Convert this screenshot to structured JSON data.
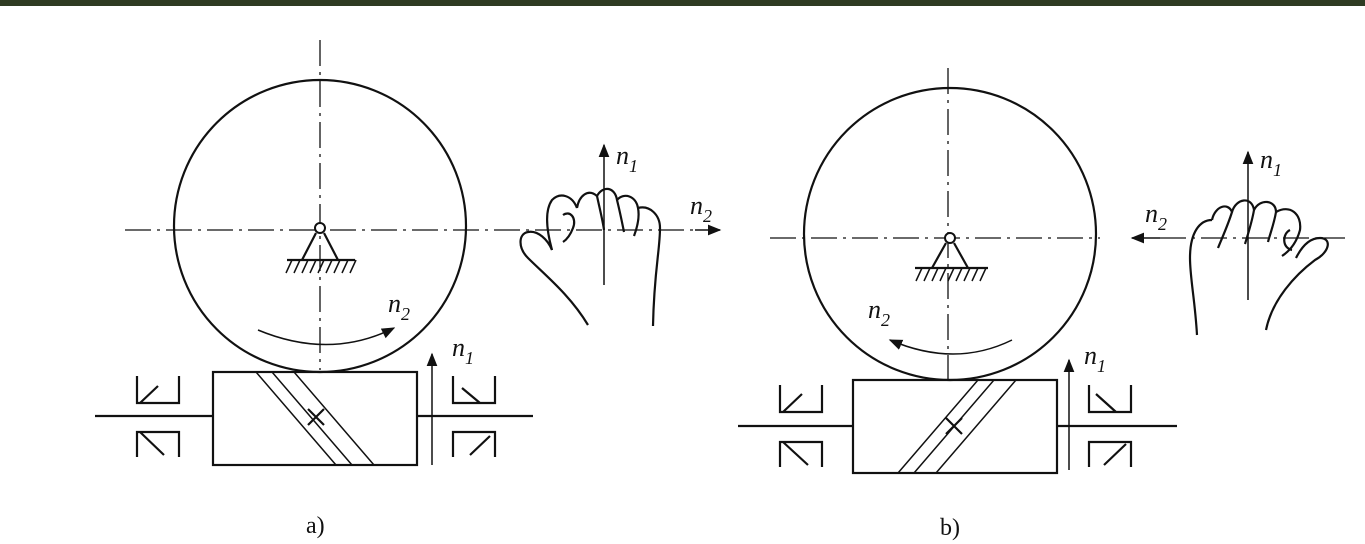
{
  "figures": [
    {
      "caption": "a)",
      "symbols": {
        "n1": {
          "base": "n",
          "sub": "1"
        },
        "n2": {
          "base": "n",
          "sub": "2"
        }
      }
    },
    {
      "caption": "b)",
      "symbols": {
        "n1": {
          "base": "n",
          "sub": "1"
        },
        "n2": {
          "base": "n",
          "sub": "2"
        }
      }
    }
  ],
  "colors": {
    "line": "#111111",
    "background": "#ffffff",
    "top_bar": "#2f3b22"
  }
}
